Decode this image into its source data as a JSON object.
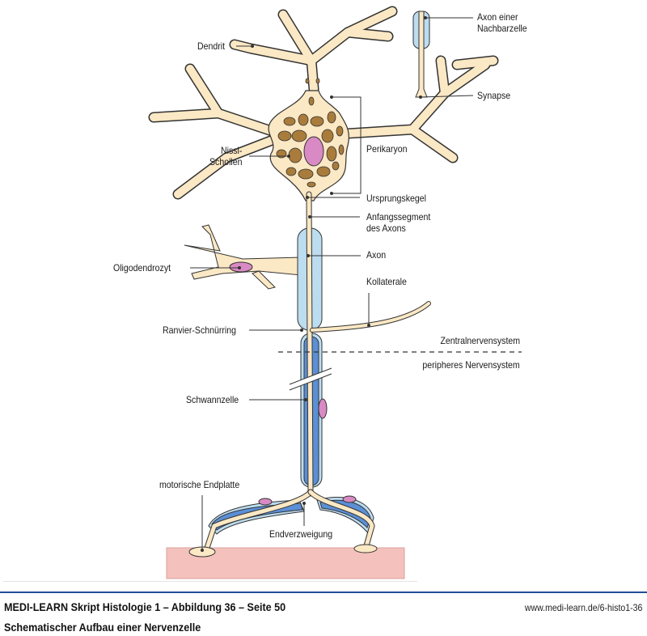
{
  "figure": {
    "labels": {
      "dendrit": "Dendrit",
      "axon_nachbarzelle_1": "Axon einer",
      "axon_nachbarzelle_2": "Nachbarzelle",
      "synapse": "Synapse",
      "nissl_1": "Nissl-",
      "nissl_2": "Schollen",
      "perikaryon": "Perikaryon",
      "ursprungskegel": "Ursprungskegel",
      "anfangssegment_1": "Anfangssegment",
      "anfangssegment_2": "des Axons",
      "oligodendrozyt": "Oligodendrozyt",
      "axon": "Axon",
      "kollaterale": "Kollaterale",
      "ranvier": "Ranvier-Schnürring",
      "zns": "Zentralnervensystem",
      "pns": "peripheres Nervensystem",
      "schwannzelle": "Schwannzelle",
      "motorische_endplatte": "motorische Endplatte",
      "endverzweigung": "Endverzweigung"
    },
    "colors": {
      "cytoplasm": "#fbe8c4",
      "outline": "#333333",
      "nissl": "#a97c3c",
      "nucleus": "#d98ac4",
      "myelin_cns": "#bcdcf0",
      "myelin_pns": "#5b8fd6",
      "muscle": "#f5c1bd",
      "footer_rule": "#1f4e96"
    }
  },
  "footer": {
    "title": "MEDI-LEARN Skript Histologie 1 – Abbildung 36 – Seite 50",
    "subtitle": "Schematischer Aufbau einer Nervenzelle",
    "url": "www.medi-learn.de/6-histo1-36"
  }
}
